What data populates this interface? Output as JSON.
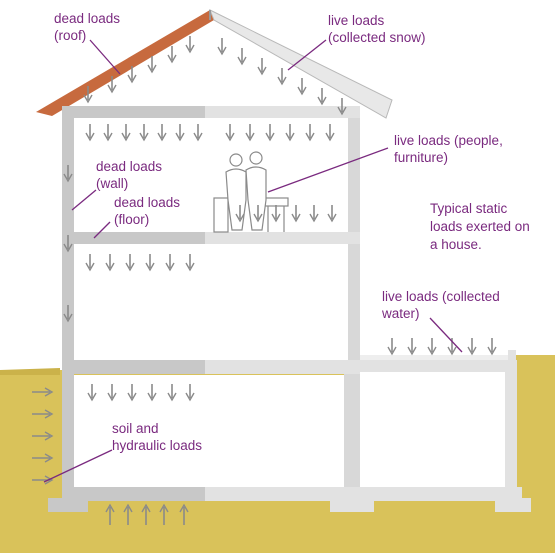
{
  "labels": {
    "dead_roof": "dead loads\n(roof)",
    "live_snow": "live loads\n(collected snow)",
    "live_people": "live loads (people,\nfurniture)",
    "dead_wall": "dead loads\n(wall)",
    "dead_floor": "dead loads\n(floor)",
    "live_water": "live loads (collected\nwater)",
    "soil": "soil and\nhydraulic loads"
  },
  "caption": "Typical static\nloads exerted on\na house.",
  "colors": {
    "label": "#7a2a7f",
    "ground": "#d9c25a",
    "structure": "#c8c8c8",
    "roof_tiles": "#c76a3e",
    "arrow": "#8a8a8a"
  }
}
